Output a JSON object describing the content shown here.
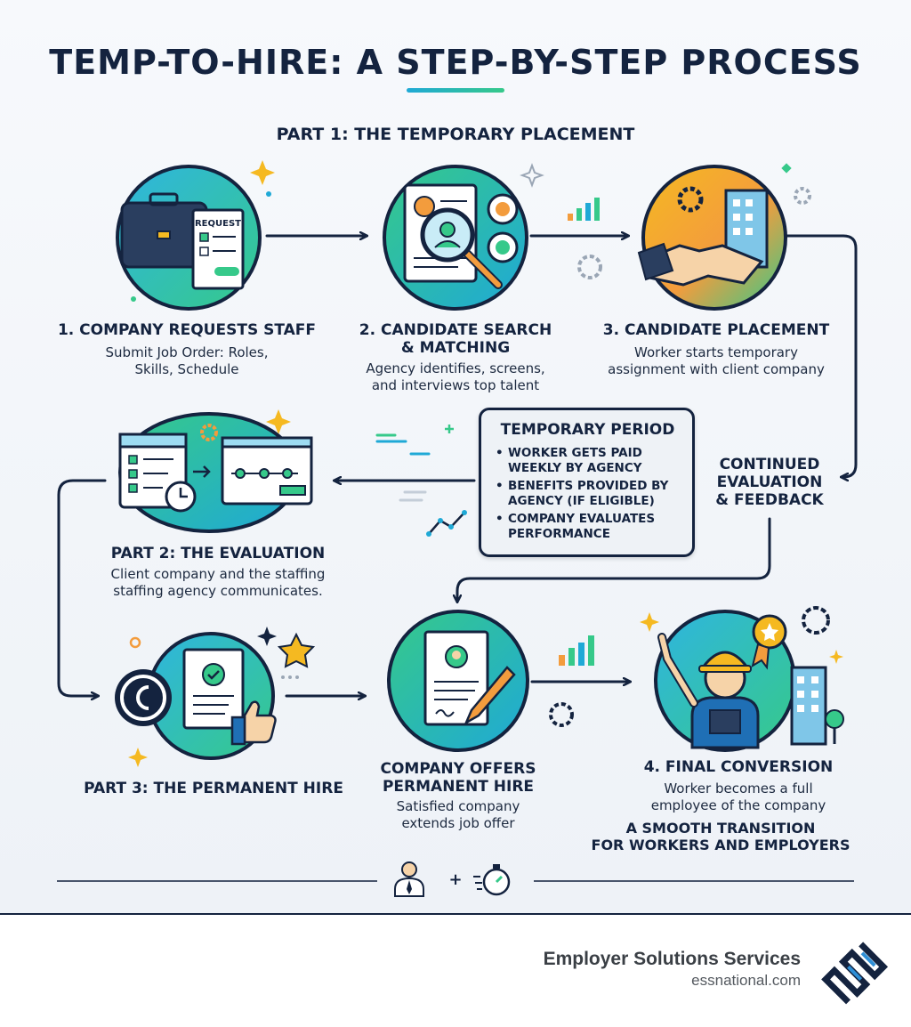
{
  "title": "TEMP-TO-HIRE: A STEP-BY-STEP PROCESS",
  "part1_heading": "PART 1: THE TEMPORARY PLACEMENT",
  "steps": [
    {
      "title": "1. COMPANY REQUESTS STAFF",
      "desc_lines": [
        "Submit Job Order: Roles,",
        "Skills, Schedule"
      ],
      "icon": "briefcase-request-icon",
      "icon_text": "REQUEST"
    },
    {
      "title_lines": [
        "2. CANDIDATE SEARCH",
        "& MATCHING"
      ],
      "desc_lines": [
        "Agency identifies, screens,",
        "and interviews top talent"
      ],
      "icon": "candidate-search-icon"
    },
    {
      "title": "3. CANDIDATE PLACEMENT",
      "desc_lines": [
        "Worker starts temporary",
        "assignment with client company"
      ],
      "icon": "handshake-icon"
    },
    {
      "title": "PART 2: THE EVALUATION",
      "desc_lines": [
        "Client company and the staffing",
        "staffing agency communicates."
      ],
      "icon": "evaluation-calendar-icon"
    },
    {
      "title": "PART 3: THE PERMANENT HIRE",
      "icon": "approved-document-icon"
    },
    {
      "title_lines": [
        "COMPANY OFFERS",
        "PERMANENT HIRE"
      ],
      "desc_lines": [
        "Satisfied company",
        "extends job offer"
      ],
      "icon": "contract-signing-icon"
    },
    {
      "title": "4. FINAL CONVERSION",
      "desc_lines": [
        "Worker becomes a full",
        "employee of the company"
      ],
      "icon": "hired-worker-icon"
    }
  ],
  "temporary_period": {
    "title": "TEMPORARY PERIOD",
    "items": [
      "WORKER GETS PAID WEEKLY BY AGENCY",
      "BENEFITS PROVIDED BY AGENCY (IF ELIGIBLE)",
      "COMPANY EVALUATES PERFORMANCE"
    ]
  },
  "continued_eval_lines": [
    "CONTINUED",
    "EVALUATION",
    "& FEEDBACK"
  ],
  "smooth_transition_lines": [
    "A SMOOTH TRANSITION",
    "FOR WORKERS AND EMPLOYERS"
  ],
  "bottom_icons": {
    "plus": "+",
    "left": "person-icon",
    "right": "stopwatch-icon"
  },
  "footer": {
    "brand": "Employer Solutions Services",
    "url": "essnational.com",
    "logo": "ess-logo-icon"
  },
  "colors": {
    "navy": "#14233f",
    "teal": "#1fa9d6",
    "green": "#36c98a",
    "orange": "#f39c3d",
    "gold": "#f5b921"
  }
}
